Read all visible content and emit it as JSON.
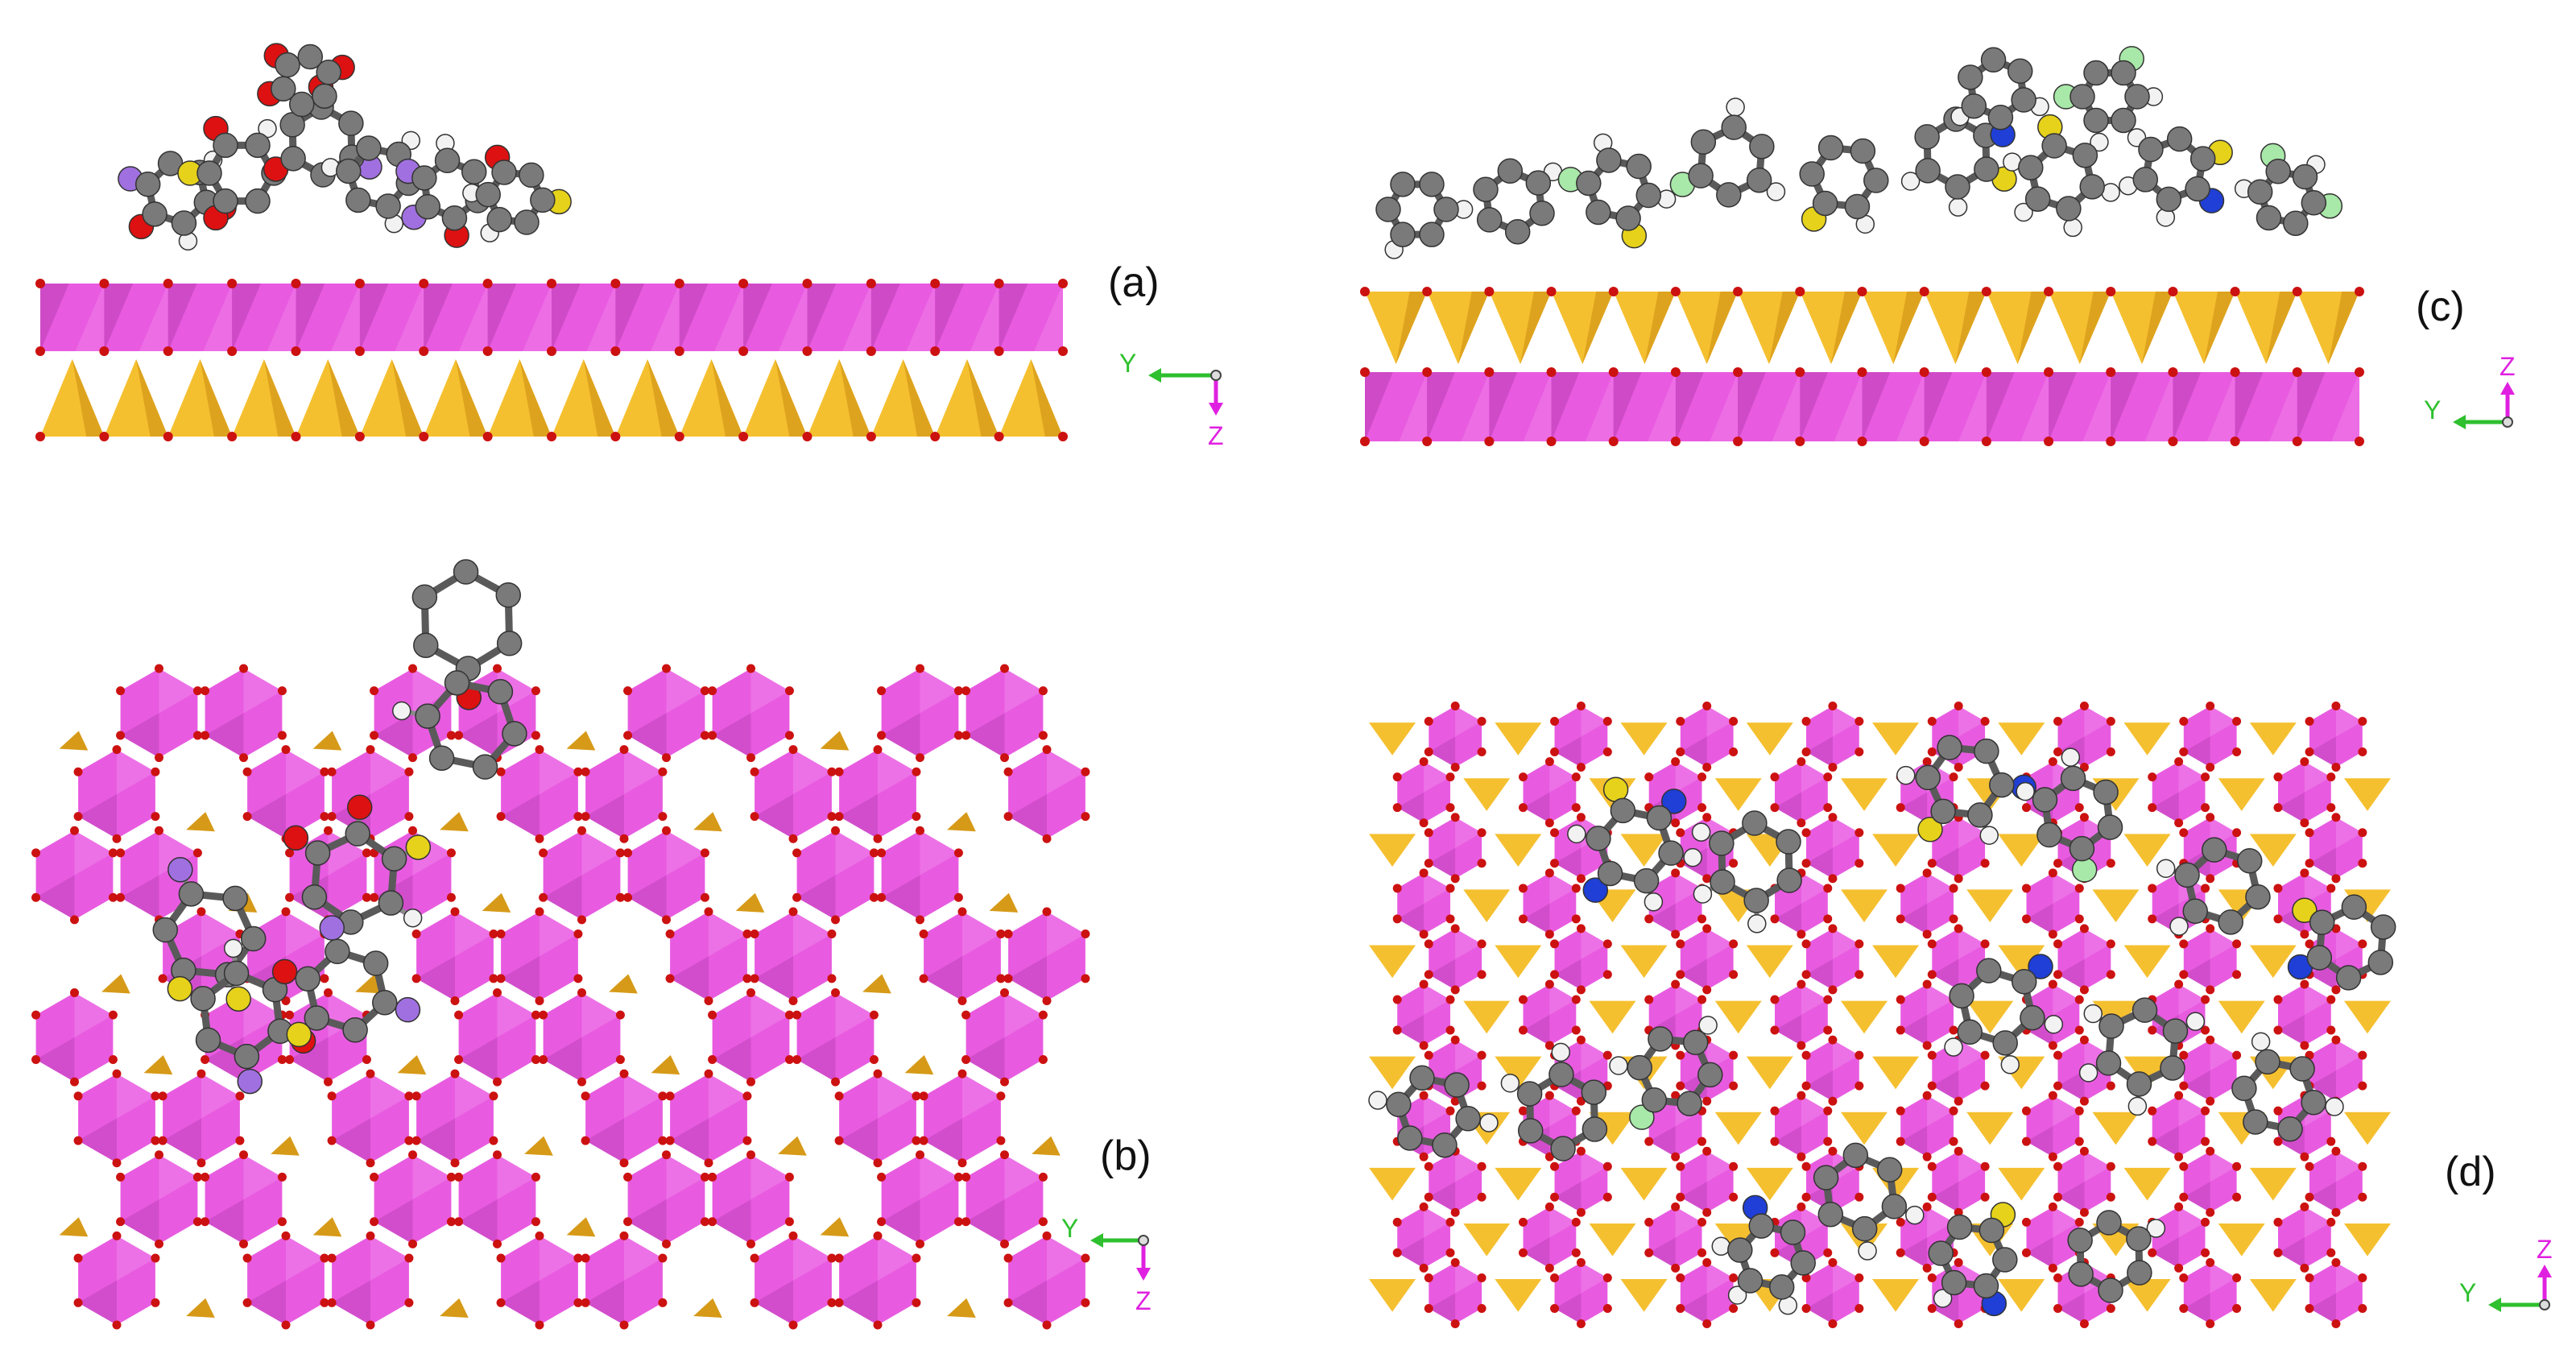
{
  "colors": {
    "octahedra": "#e85be0",
    "octahedra_dark": "#b93cb3",
    "octahedra_light": "#f07ae8",
    "tetrahedra": "#f5c030",
    "tetrahedra_dark": "#d69a18",
    "oxygen_vertex": "#cc1111",
    "carbon": "#7a7a7a",
    "hydrogen": "#f2f2f2",
    "oxygen": "#dd1111",
    "sulfur": "#e6d21a",
    "nitrogen": "#1f3fd6",
    "sodium": "#a070e0",
    "chlorine": "#a8e8a8",
    "axis_y": "#2ec02e",
    "axis_z": "#e020e0"
  },
  "panels": [
    {
      "id": "a",
      "label": "(a)",
      "view": "side",
      "adsorbate": "sulfonated-naphthoquinone-dye",
      "axes": [
        "Y",
        "Z"
      ]
    },
    {
      "id": "b",
      "label": "(b)",
      "view": "top",
      "adsorbate": "sulfonated-naphthoquinone-dye",
      "axes": [
        "Y",
        "Z"
      ]
    },
    {
      "id": "c",
      "label": "(c)",
      "view": "side",
      "adsorbate": "methylene-blue",
      "axes": [
        "Y",
        "Z"
      ]
    },
    {
      "id": "d",
      "label": "(d)",
      "view": "top",
      "adsorbate": "methylene-blue",
      "axes": [
        "Y",
        "Z"
      ]
    }
  ]
}
